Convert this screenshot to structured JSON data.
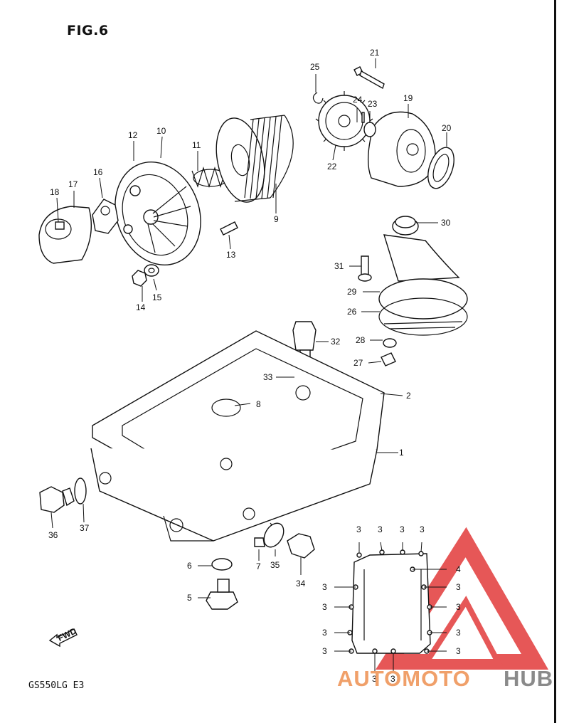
{
  "title": "FIG.6",
  "model_code": "GS550LG E3",
  "watermark": {
    "prefix": "AUTOMOTO",
    "suffix": "HUB",
    "prefix_color": "#f0a06a",
    "suffix_color": "#8a8a8a",
    "triangle_color": "#e23a3a"
  },
  "fwd_label": "FWD",
  "callouts": [
    "1",
    "2",
    "3",
    "4",
    "5",
    "6",
    "7",
    "8",
    "9",
    "10",
    "11",
    "12",
    "13",
    "14",
    "15",
    "16",
    "17",
    "18",
    "19",
    "20",
    "21",
    "22",
    "23",
    "24",
    "25",
    "26",
    "27",
    "28",
    "29",
    "30",
    "31",
    "32",
    "33",
    "34",
    "35",
    "36",
    "37"
  ]
}
